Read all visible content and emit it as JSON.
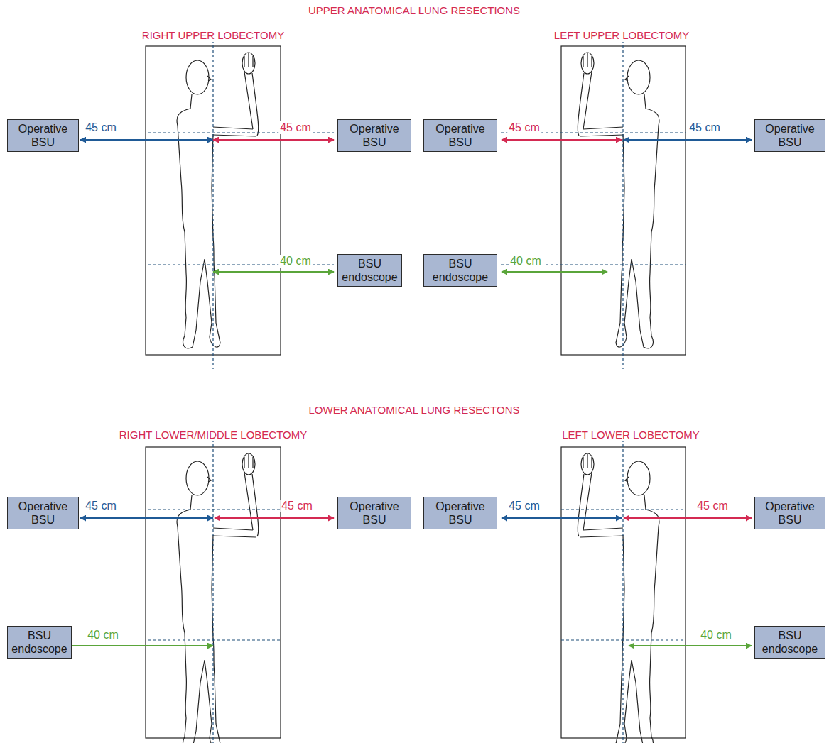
{
  "diagram": {
    "title": "UPPER ANATOMICAL LUNG RESECTIONS",
    "nodes": [
      {
        "text": [
          "Operative BSU"
        ]
      },
      {
        "text": [
          "Operative BSU"
        ]
      },
      {
        "text": [
          "Operative BSU"
        ]
      },
      {
        "text": [
          "Operative BSU"
        ]
      },
      {
        "text": [
          "BSU endoscope"
        ]
      },
      {
        "text": [
          "BSU endoscope"
        ]
      },
      {
        "text": [
          "Operative BSU"
        ]
      },
      {
        "text": [
          "Operative BSU"
        ]
      },
      {
        "text": [
          "Operative BSU"
        ]
      },
      {
        "text": [
          "Operative BSU"
        ]
      },
      {
        "text": [
          "BSU endoscope"
        ]
      },
      {
        "text": [
          "BSU endoscope"
        ]
      }
    ],
    "edges": [],
    "labels": [
      "RIGHT UPPER LOBECTOMY",
      "LEFT UPPER LOBECTOMY",
      "45 cm",
      "45 cm",
      "45 cm",
      "45 cm",
      "40 cm",
      "40 cm",
      "LOWER ANATOMICAL LUNG RESECTONS",
      "RIGHT LOWER/MIDDLE LOBECTOMY",
      "LEFT LOWER LOBECTOMY",
      "45 cm",
      "45 cm",
      "45 cm",
      "45 cm",
      "40 cm",
      "40 cm"
    ]
  }
}
